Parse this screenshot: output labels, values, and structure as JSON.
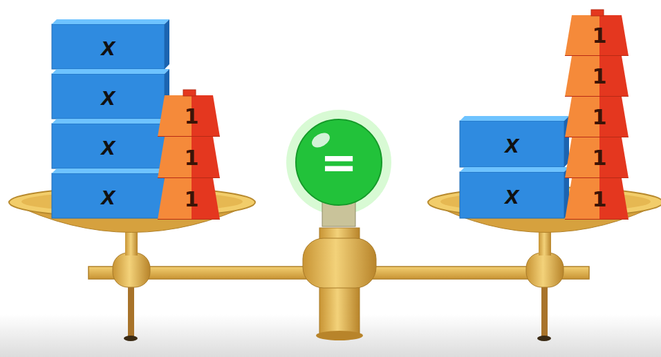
{
  "diagram": {
    "nodes": [
      {
        "text": [
          "x"
        ]
      },
      {
        "text": [
          "x"
        ]
      },
      {
        "text": [
          "x"
        ]
      },
      {
        "text": [
          "x"
        ]
      },
      {
        "text": [
          "1"
        ]
      },
      {
        "text": [
          "1"
        ]
      },
      {
        "text": [
          "1"
        ]
      },
      {
        "text": [
          "="
        ]
      },
      {
        "text": [
          "x"
        ]
      },
      {
        "text": [
          "x"
        ]
      },
      {
        "text": [
          "1"
        ]
      },
      {
        "text": [
          "1"
        ]
      },
      {
        "text": [
          "1"
        ]
      },
      {
        "text": [
          "1"
        ]
      },
      {
        "text": [
          "1"
        ]
      }
    ]
  }
}
